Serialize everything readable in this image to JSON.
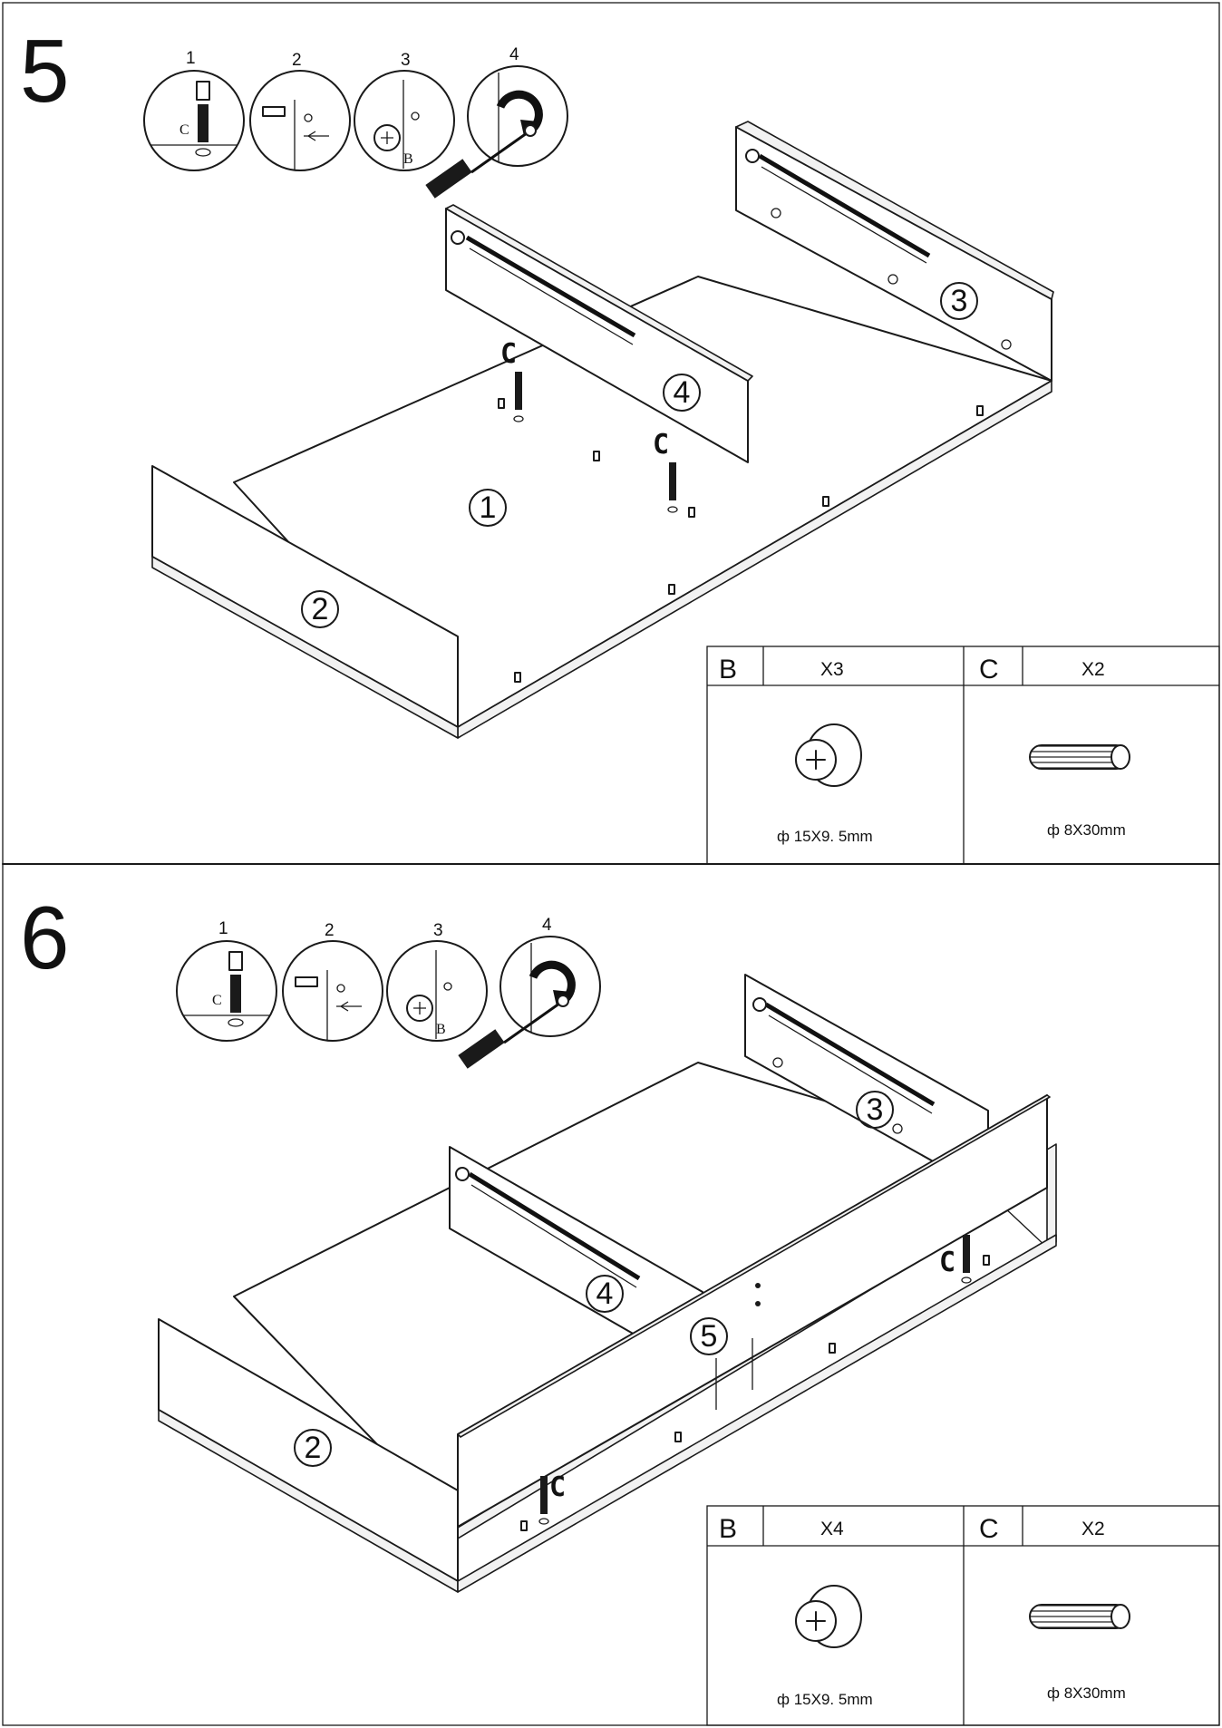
{
  "steps": [
    {
      "number": "5",
      "substeps": [
        "1",
        "2",
        "3",
        "4"
      ],
      "inset_labels": {
        "dowel": "C",
        "cam": "B"
      },
      "parts": [
        "1",
        "2",
        "3",
        "4"
      ],
      "dowel_labels": [
        "C",
        "C"
      ],
      "hardware": {
        "b": {
          "letter": "B",
          "qty": "X3",
          "size": "ф 15X9. 5mm",
          "icon": "cam-lock-icon"
        },
        "c": {
          "letter": "C",
          "qty": "X2",
          "size": "ф 8X30mm",
          "icon": "wooden-dowel-icon"
        }
      }
    },
    {
      "number": "6",
      "substeps": [
        "1",
        "2",
        "3",
        "4"
      ],
      "inset_labels": {
        "dowel": "C",
        "cam": "B"
      },
      "parts": [
        "2",
        "3",
        "4",
        "5"
      ],
      "dowel_labels": [
        "C",
        "C"
      ],
      "hardware": {
        "b": {
          "letter": "B",
          "qty": "X4",
          "size": "ф 15X9. 5mm",
          "icon": "cam-lock-icon"
        },
        "c": {
          "letter": "C",
          "qty": "X2",
          "size": "ф 8X30mm",
          "icon": "wooden-dowel-icon"
        }
      }
    }
  ],
  "colors": {
    "line": "#1a1a1a",
    "paper": "#ffffff",
    "edge": "#f2f2f2"
  }
}
